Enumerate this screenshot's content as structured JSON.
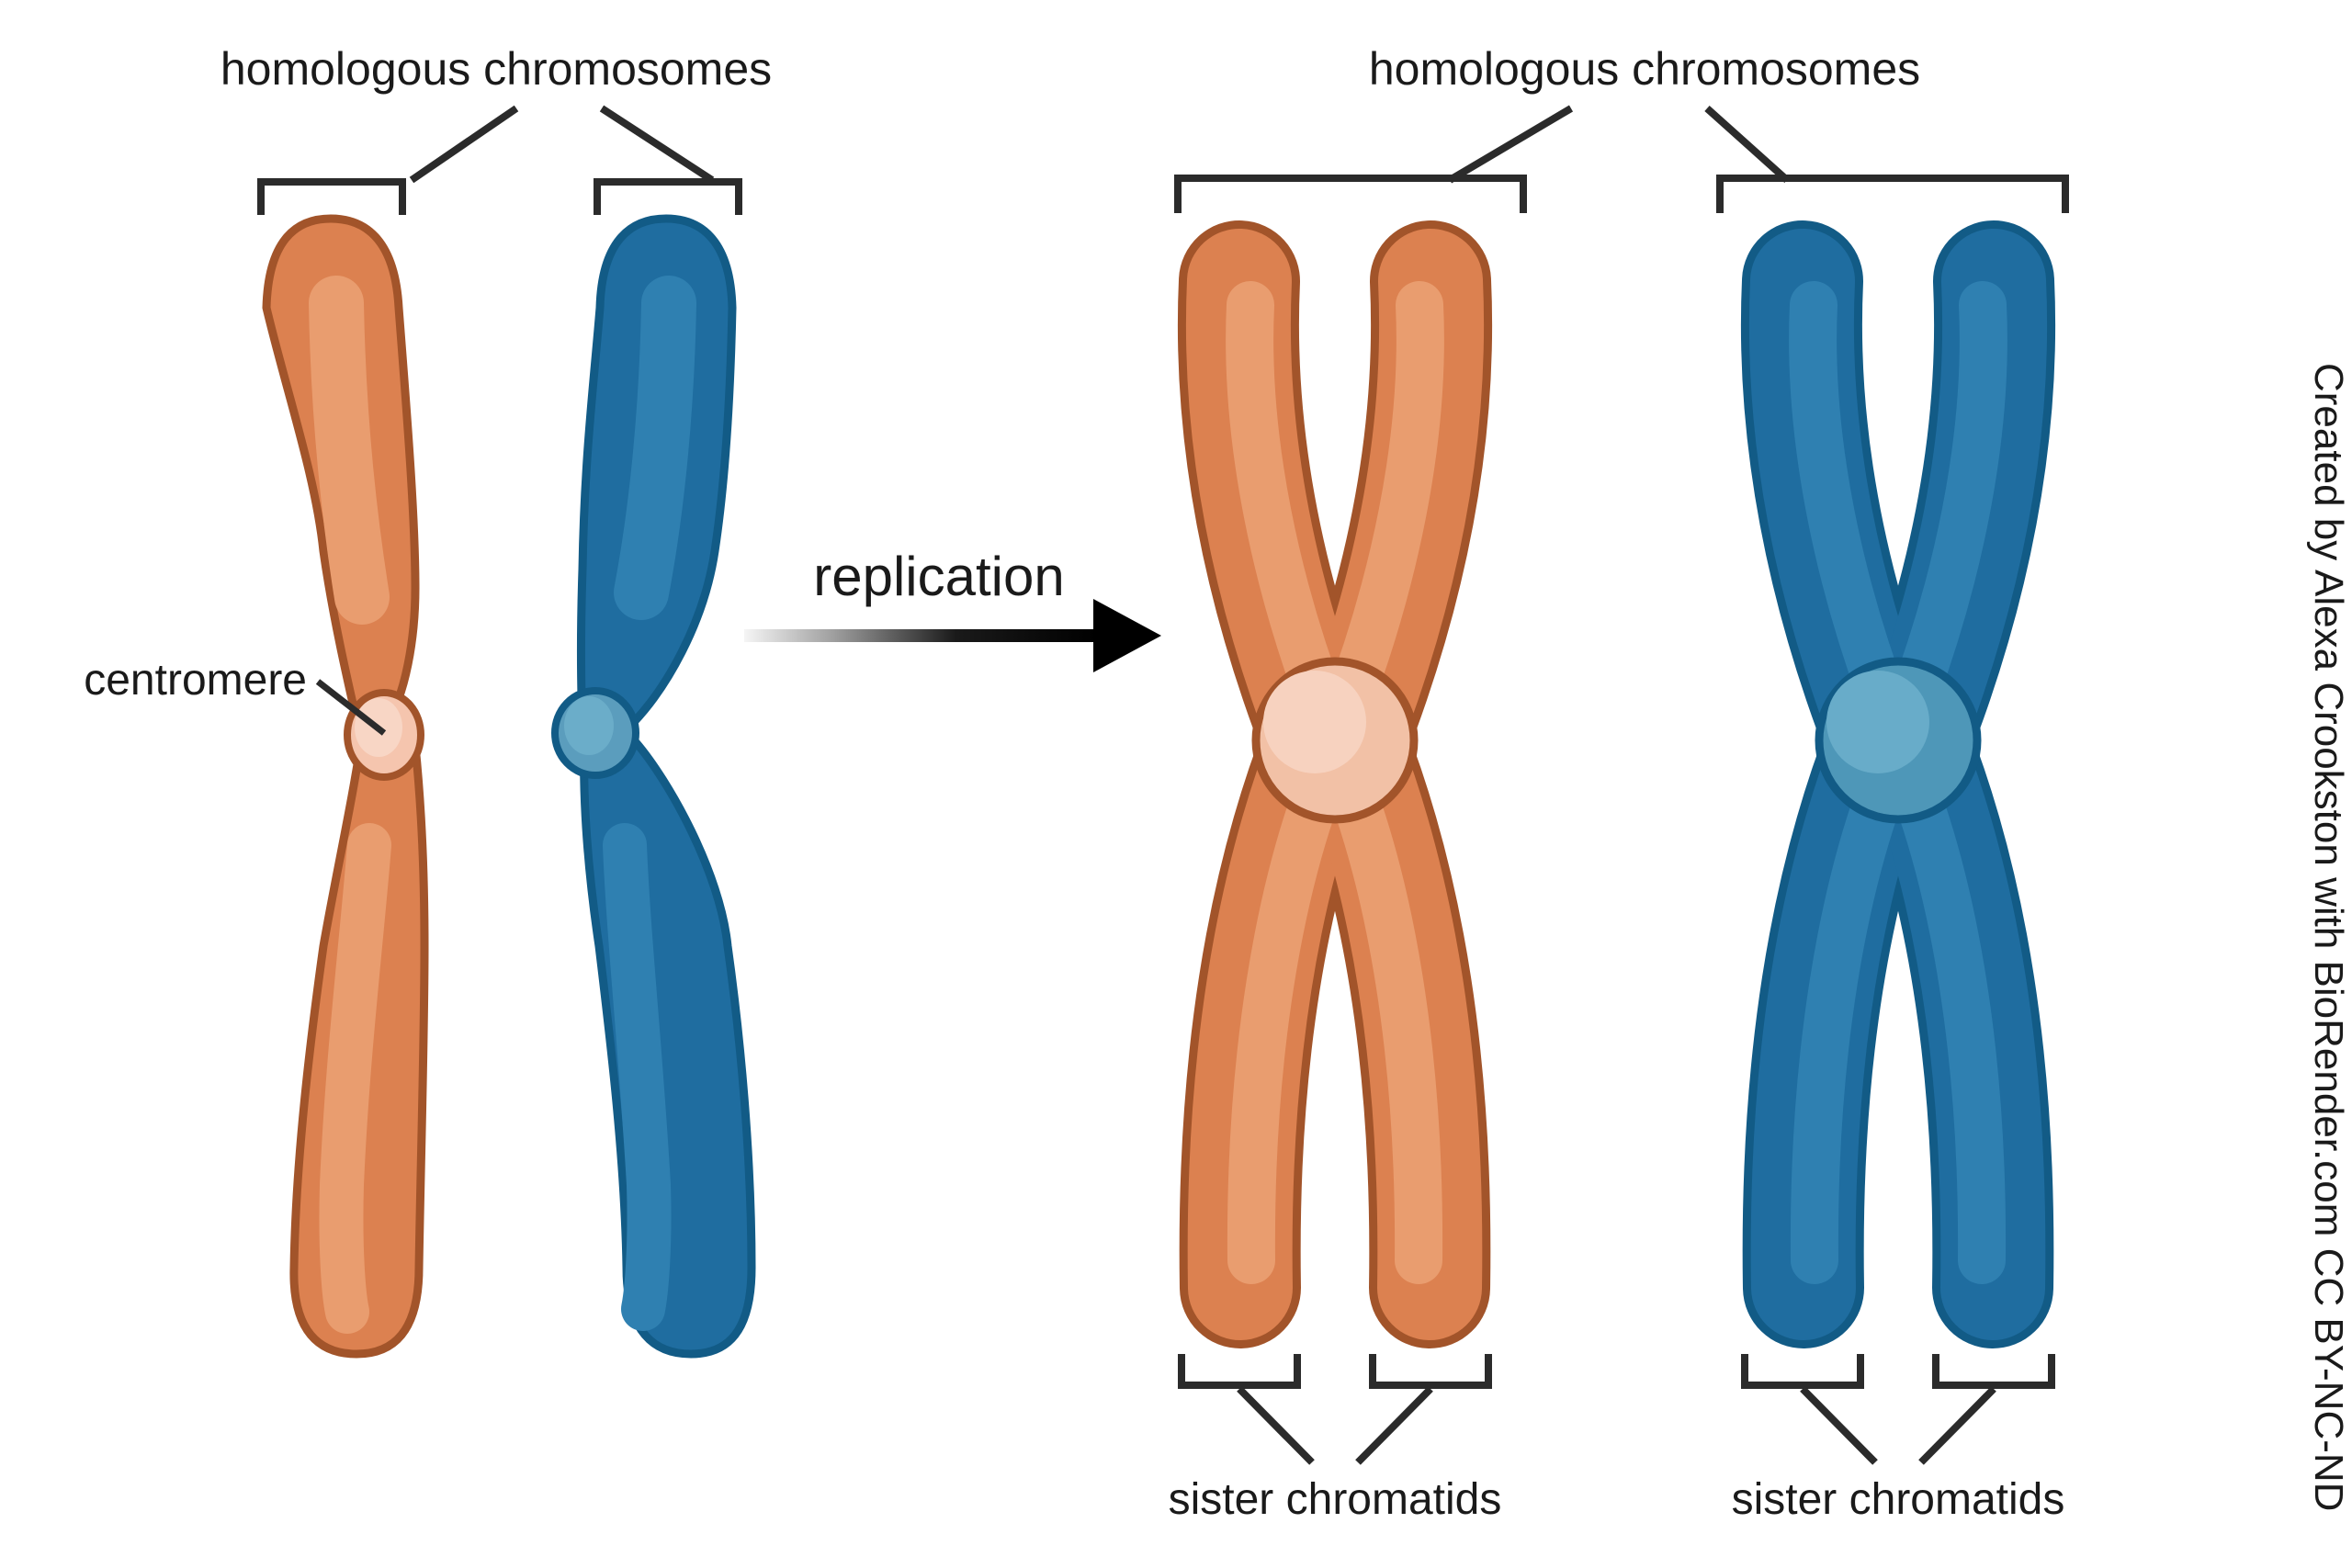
{
  "labels": {
    "homologous_left": "homologous chromosomes",
    "homologous_right": "homologous chromosomes",
    "centromere": "centromere",
    "replication": "replication",
    "sister_chromatids_left": "sister chromatids",
    "sister_chromatids_right": "sister chromatids",
    "attribution": "Created by Alexa Crookston with BioRender.com CC BY-NC-ND"
  },
  "colors": {
    "ink": "#2b2b2b",
    "text": "#1a1a1a",
    "orange": {
      "fill": "#DC8150",
      "highlight": "#E99D6F",
      "stroke": "#A2542A",
      "centromere_fill": "#F5C5AE",
      "centromere_inner": "#F8D6C5",
      "x_centromere_fill": "#F2C1A6",
      "x_centromere_inner": "#F7D2BF"
    },
    "blue": {
      "fill": "#1F6DA0",
      "highlight": "#2F80B1",
      "stroke": "#125B86",
      "centromere_fill": "#5B9DBD",
      "centromere_inner": "#6BADC9",
      "x_centromere_fill": "#4E97B8",
      "x_centromere_inner": "#68ACC9"
    },
    "arrow": {
      "grad_0": "#f5f5f5",
      "grad_1": "#a0a0a0",
      "grad_2": "#1a1a1a",
      "grad_3": "#000000",
      "head": "#000000"
    }
  }
}
